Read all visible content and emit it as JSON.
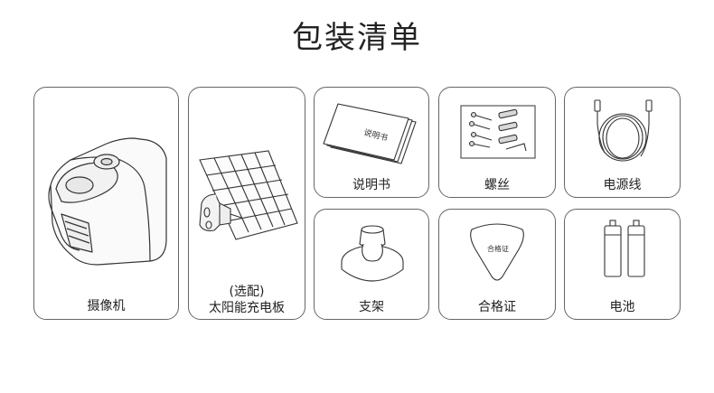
{
  "title": "包装清单",
  "items": {
    "camera": {
      "label": "摄像机"
    },
    "solar": {
      "label_line1": "(选配)",
      "label_line2": "太阳能充电板"
    },
    "manual": {
      "label": "说明书",
      "booklet_text": "说明书"
    },
    "screws": {
      "label": "螺丝"
    },
    "cable": {
      "label": "电源线"
    },
    "mount": {
      "label": "支架"
    },
    "certificate": {
      "label": "合格证",
      "card_text": "合格证"
    },
    "battery": {
      "label": "电池"
    }
  }
}
